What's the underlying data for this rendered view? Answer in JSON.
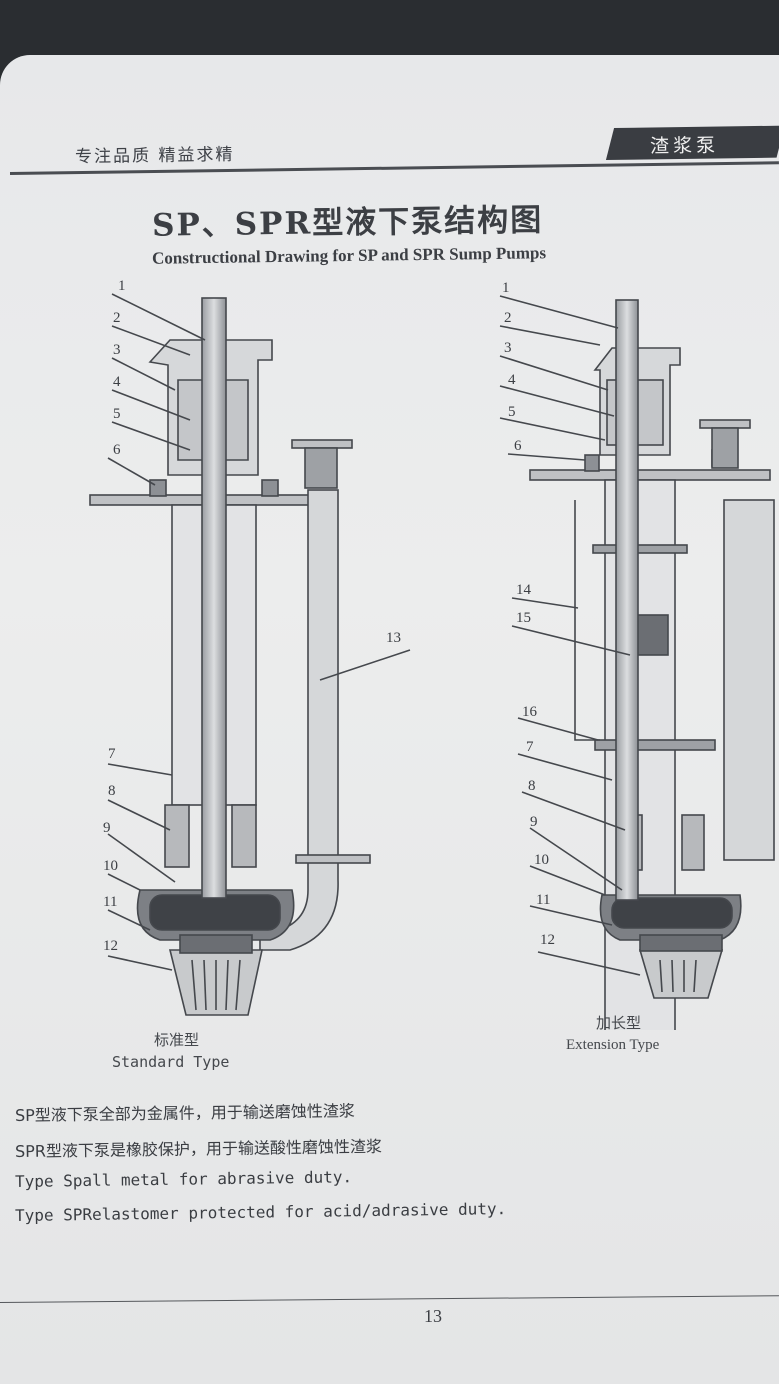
{
  "header": {
    "slogan": "专注品质  精益求精",
    "tab": "渣浆泵"
  },
  "title": "SP、SPR型液下泵结构图",
  "subtitle": "Constructional Drawing for SP and SPR Sump Pumps",
  "standard": {
    "caption_zh": "标准型",
    "caption_en": "Standard Type",
    "labels": [
      "1",
      "2",
      "3",
      "4",
      "5",
      "6",
      "7",
      "8",
      "9",
      "10",
      "11",
      "12",
      "13"
    ]
  },
  "extension": {
    "caption_zh": "加长型",
    "caption_en": "Extension Type",
    "labels": [
      "1",
      "2",
      "3",
      "4",
      "5",
      "6",
      "14",
      "15",
      "16",
      "7",
      "8",
      "9",
      "10",
      "11",
      "12"
    ]
  },
  "description": [
    "SP型液下泵全部为金属件，用于输送磨蚀性渣浆",
    "SPR型液下泵是橡胶保护，用于输送酸性磨蚀性渣浆",
    "Type Spall metal for abrasive duty.",
    "Type SPRelastomer protected for acid/adrasive duty."
  ],
  "page_number": "13"
}
